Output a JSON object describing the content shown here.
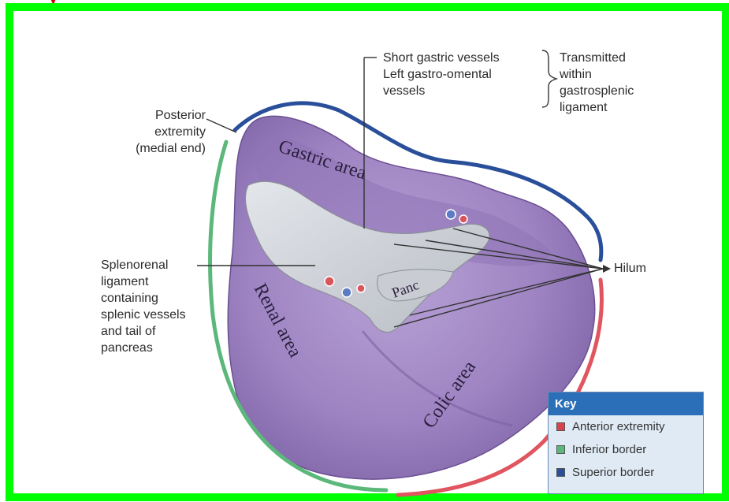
{
  "labels": {
    "posterior": [
      "Posterior",
      "extremity",
      "(medial end)"
    ],
    "short_gastric": [
      "Short gastric vessels",
      "Left gastro-omental",
      "vessels"
    ],
    "transmitted": [
      "Transmitted",
      "within",
      "gastrosplenic",
      "ligament"
    ],
    "splenorenal": [
      "Splenorenal",
      "ligament",
      "containing",
      "splenic vessels",
      "and tail of",
      "pancreas"
    ],
    "hilum": "Hilum"
  },
  "areas": {
    "gastric": "Gastric area",
    "renal": "Renal area",
    "colic": "Colic area",
    "panc": "Panc"
  },
  "key": {
    "title": "Key",
    "items": [
      {
        "label": "Anterior extremity",
        "color": "#d9434b"
      },
      {
        "label": "Inferior border",
        "color": "#5cb87a"
      },
      {
        "label": "Superior border",
        "color": "#2a4f9a"
      }
    ]
  },
  "colors": {
    "frame": "#00ff00",
    "spleen": "#9a7fbd",
    "superior_border": "#2a4f9a",
    "inferior_border": "#5cb87a",
    "anterior_border": "#e0555f",
    "key_header": "#2b6fb8"
  },
  "title_fragment": "y"
}
